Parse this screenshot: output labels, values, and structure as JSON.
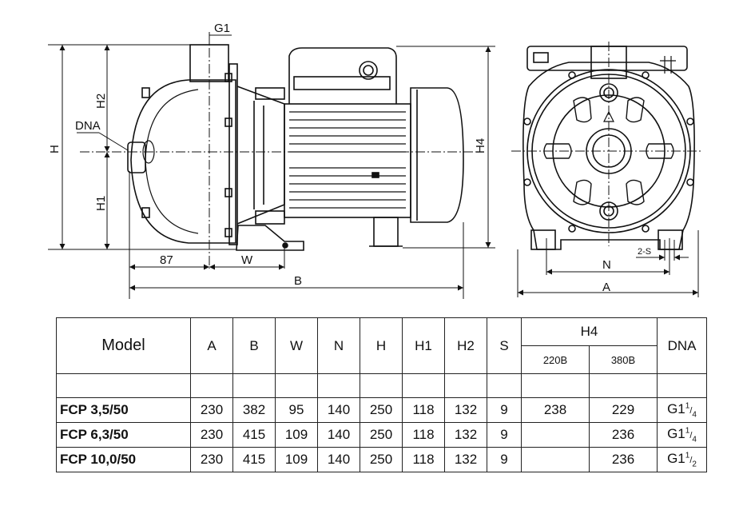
{
  "drawing": {
    "labels": {
      "g1": "G1",
      "dna": "DNA",
      "h": "H",
      "h1": "H1",
      "h2": "H2",
      "h4": "H4",
      "dim87": "87",
      "w": "W",
      "b": "B",
      "a": "A",
      "n": "N",
      "s2": "2-S"
    }
  },
  "table": {
    "model_header": "Model",
    "headers": [
      "A",
      "B",
      "W",
      "N",
      "H",
      "H1",
      "H2",
      "S"
    ],
    "h4_header": "H4",
    "h4_sub": [
      "220B",
      "380B"
    ],
    "dna_header": "DNA",
    "rows": [
      {
        "model": "FCP 3,5/50",
        "values": [
          "230",
          "382",
          "95",
          "140",
          "250",
          "118",
          "132",
          "9"
        ],
        "h4_220": "238",
        "h4_380": "229",
        "dna_base": "G1",
        "dna_num": "1",
        "dna_den": "4"
      },
      {
        "model": "FCP 6,3/50",
        "values": [
          "230",
          "415",
          "109",
          "140",
          "250",
          "118",
          "132",
          "9"
        ],
        "h4_220": "",
        "h4_380": "236",
        "dna_base": "G1",
        "dna_num": "1",
        "dna_den": "4"
      },
      {
        "model": "FCP 10,0/50",
        "values": [
          "230",
          "415",
          "109",
          "140",
          "250",
          "118",
          "132",
          "9"
        ],
        "h4_220": "",
        "h4_380": "236",
        "dna_base": "G1",
        "dna_num": "1",
        "dna_den": "2"
      }
    ]
  }
}
